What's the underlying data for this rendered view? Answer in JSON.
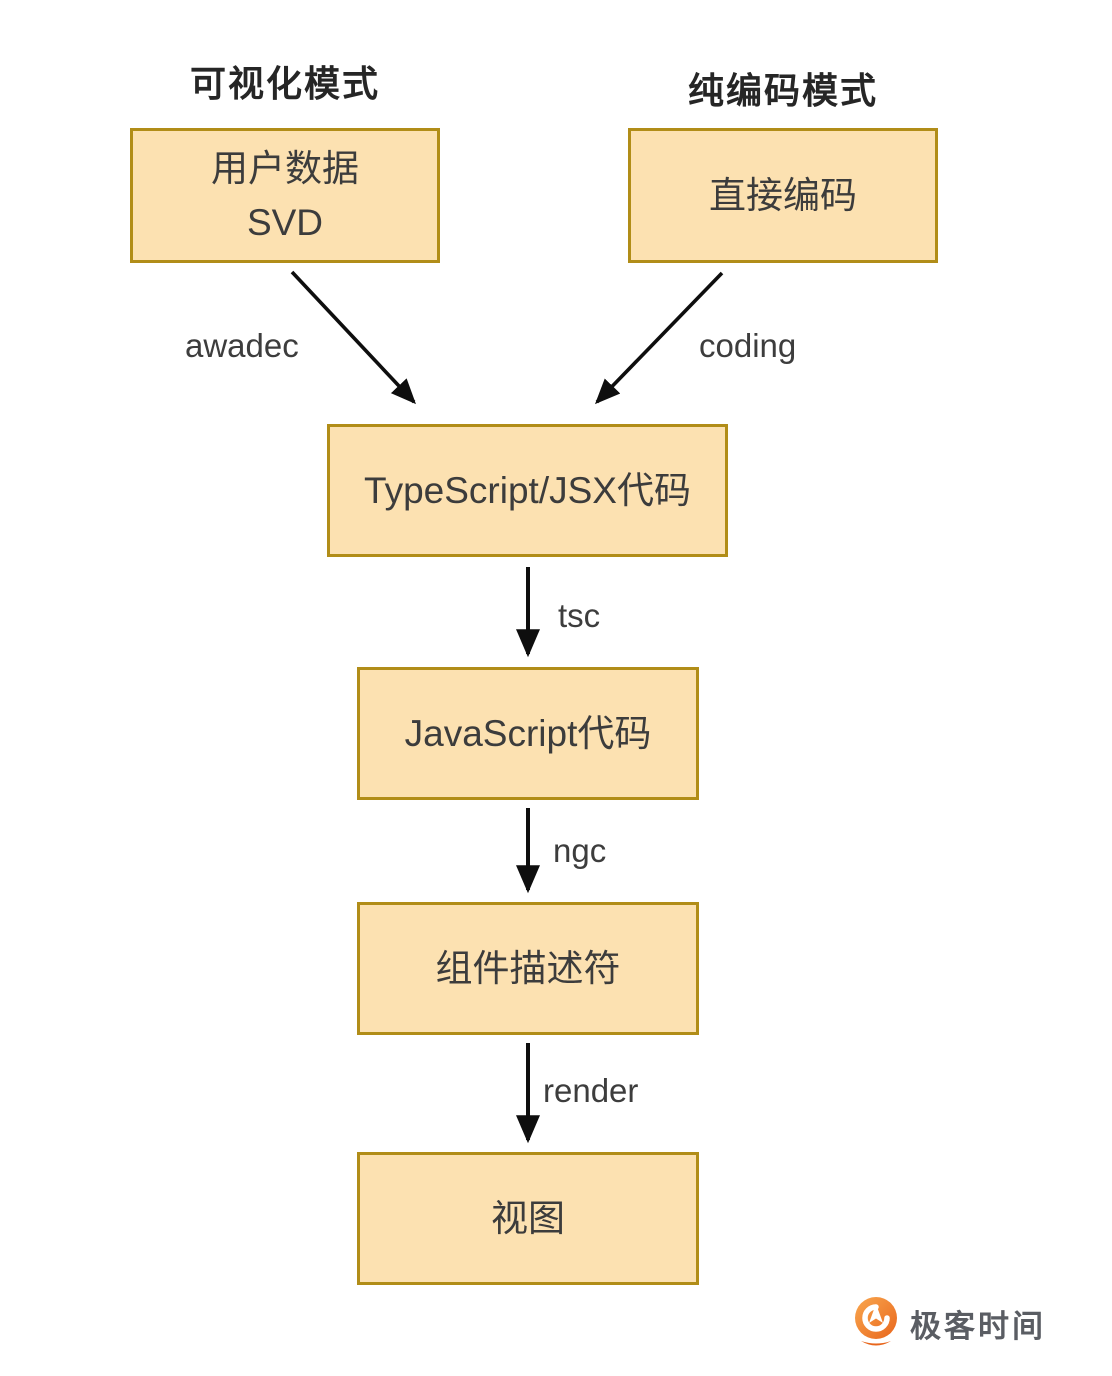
{
  "diagram": {
    "headings": [
      {
        "label": "可视化模式"
      },
      {
        "label": "纯编码模式"
      }
    ],
    "nodes": [
      {
        "id": "user-data-svd",
        "label": "用户数据\nSVD"
      },
      {
        "id": "direct-coding",
        "label": "直接编码"
      },
      {
        "id": "typescript-jsx-code",
        "label": "TypeScript/JSX代码"
      },
      {
        "id": "javascript-code",
        "label": "JavaScript代码"
      },
      {
        "id": "component-descriptor",
        "label": "组件描述符"
      },
      {
        "id": "view",
        "label": "视图"
      }
    ],
    "edge_labels": [
      {
        "id": "awadec",
        "label": "awadec"
      },
      {
        "id": "coding",
        "label": "coding"
      },
      {
        "id": "tsc",
        "label": "tsc"
      },
      {
        "id": "ngc",
        "label": "ngc"
      },
      {
        "id": "render",
        "label": "render"
      }
    ],
    "colors": {
      "node_fill": "#FCE1B1",
      "node_border": "#B18D18",
      "arrow": "#0E0E0E",
      "text": "#3C3C3C",
      "heading": "#262626",
      "logo_orange": "#ED7126",
      "logo_text": "#5A5D63"
    }
  },
  "footer": {
    "brand": "极客时间"
  }
}
